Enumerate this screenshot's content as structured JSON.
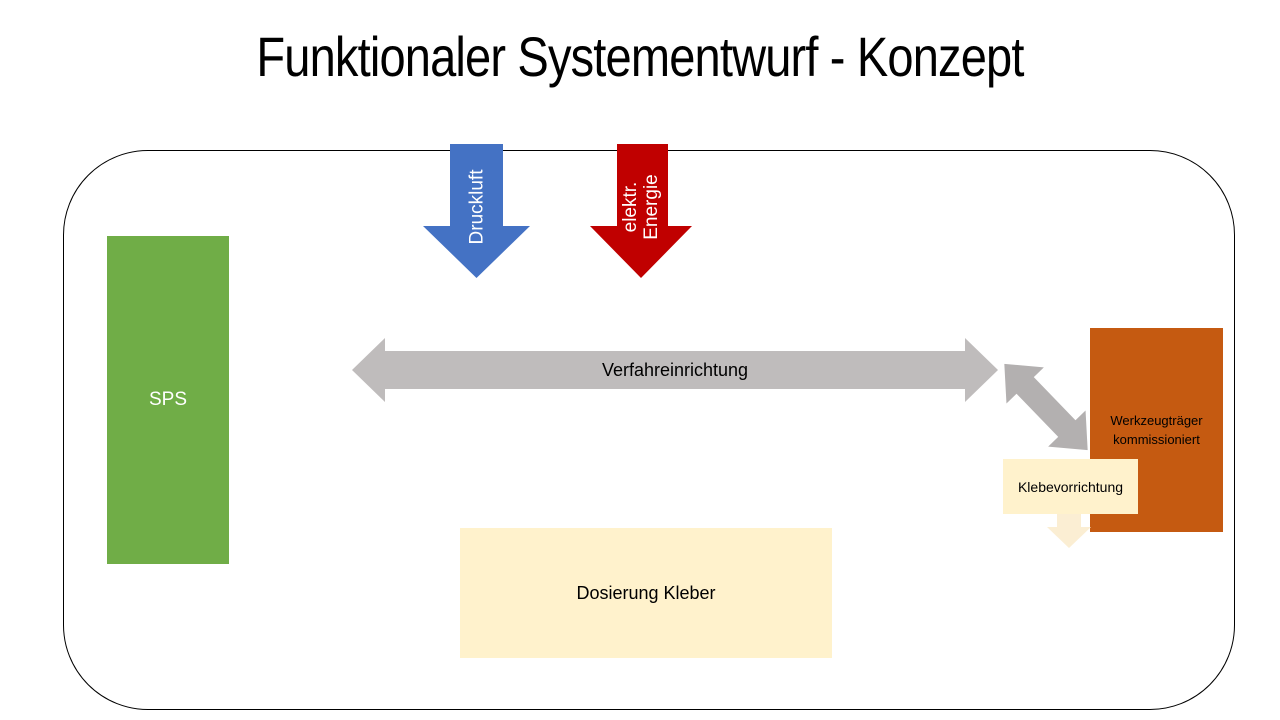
{
  "slide": {
    "title": "Funktionaler Systementwurf - Konzept"
  },
  "colors": {
    "blue": "#4472C4",
    "dark_red": "#C00000",
    "green": "#70AD47",
    "orange": "#C55A11",
    "cream": "#FFF2CC",
    "cream_light": "#FBEED3",
    "gray": "#BFBCBC",
    "gray_dark": "#B3B0B0"
  },
  "diagram": {
    "inputs": {
      "druckluft": {
        "label": "Druckluft"
      },
      "energie": {
        "label_line1": "elektr.",
        "label_line2": "Energie"
      }
    },
    "sps": {
      "label": "SPS"
    },
    "verfahreinrichtung": {
      "label": "Verfahreinrichtung"
    },
    "werkzeugtraeger": {
      "label_line1": "Werkzeugträger",
      "label_line2": "kommissioniert"
    },
    "klebevorrichtung": {
      "label": "Klebevorrichtung"
    },
    "dosierung": {
      "label": "Dosierung Kleber"
    }
  }
}
